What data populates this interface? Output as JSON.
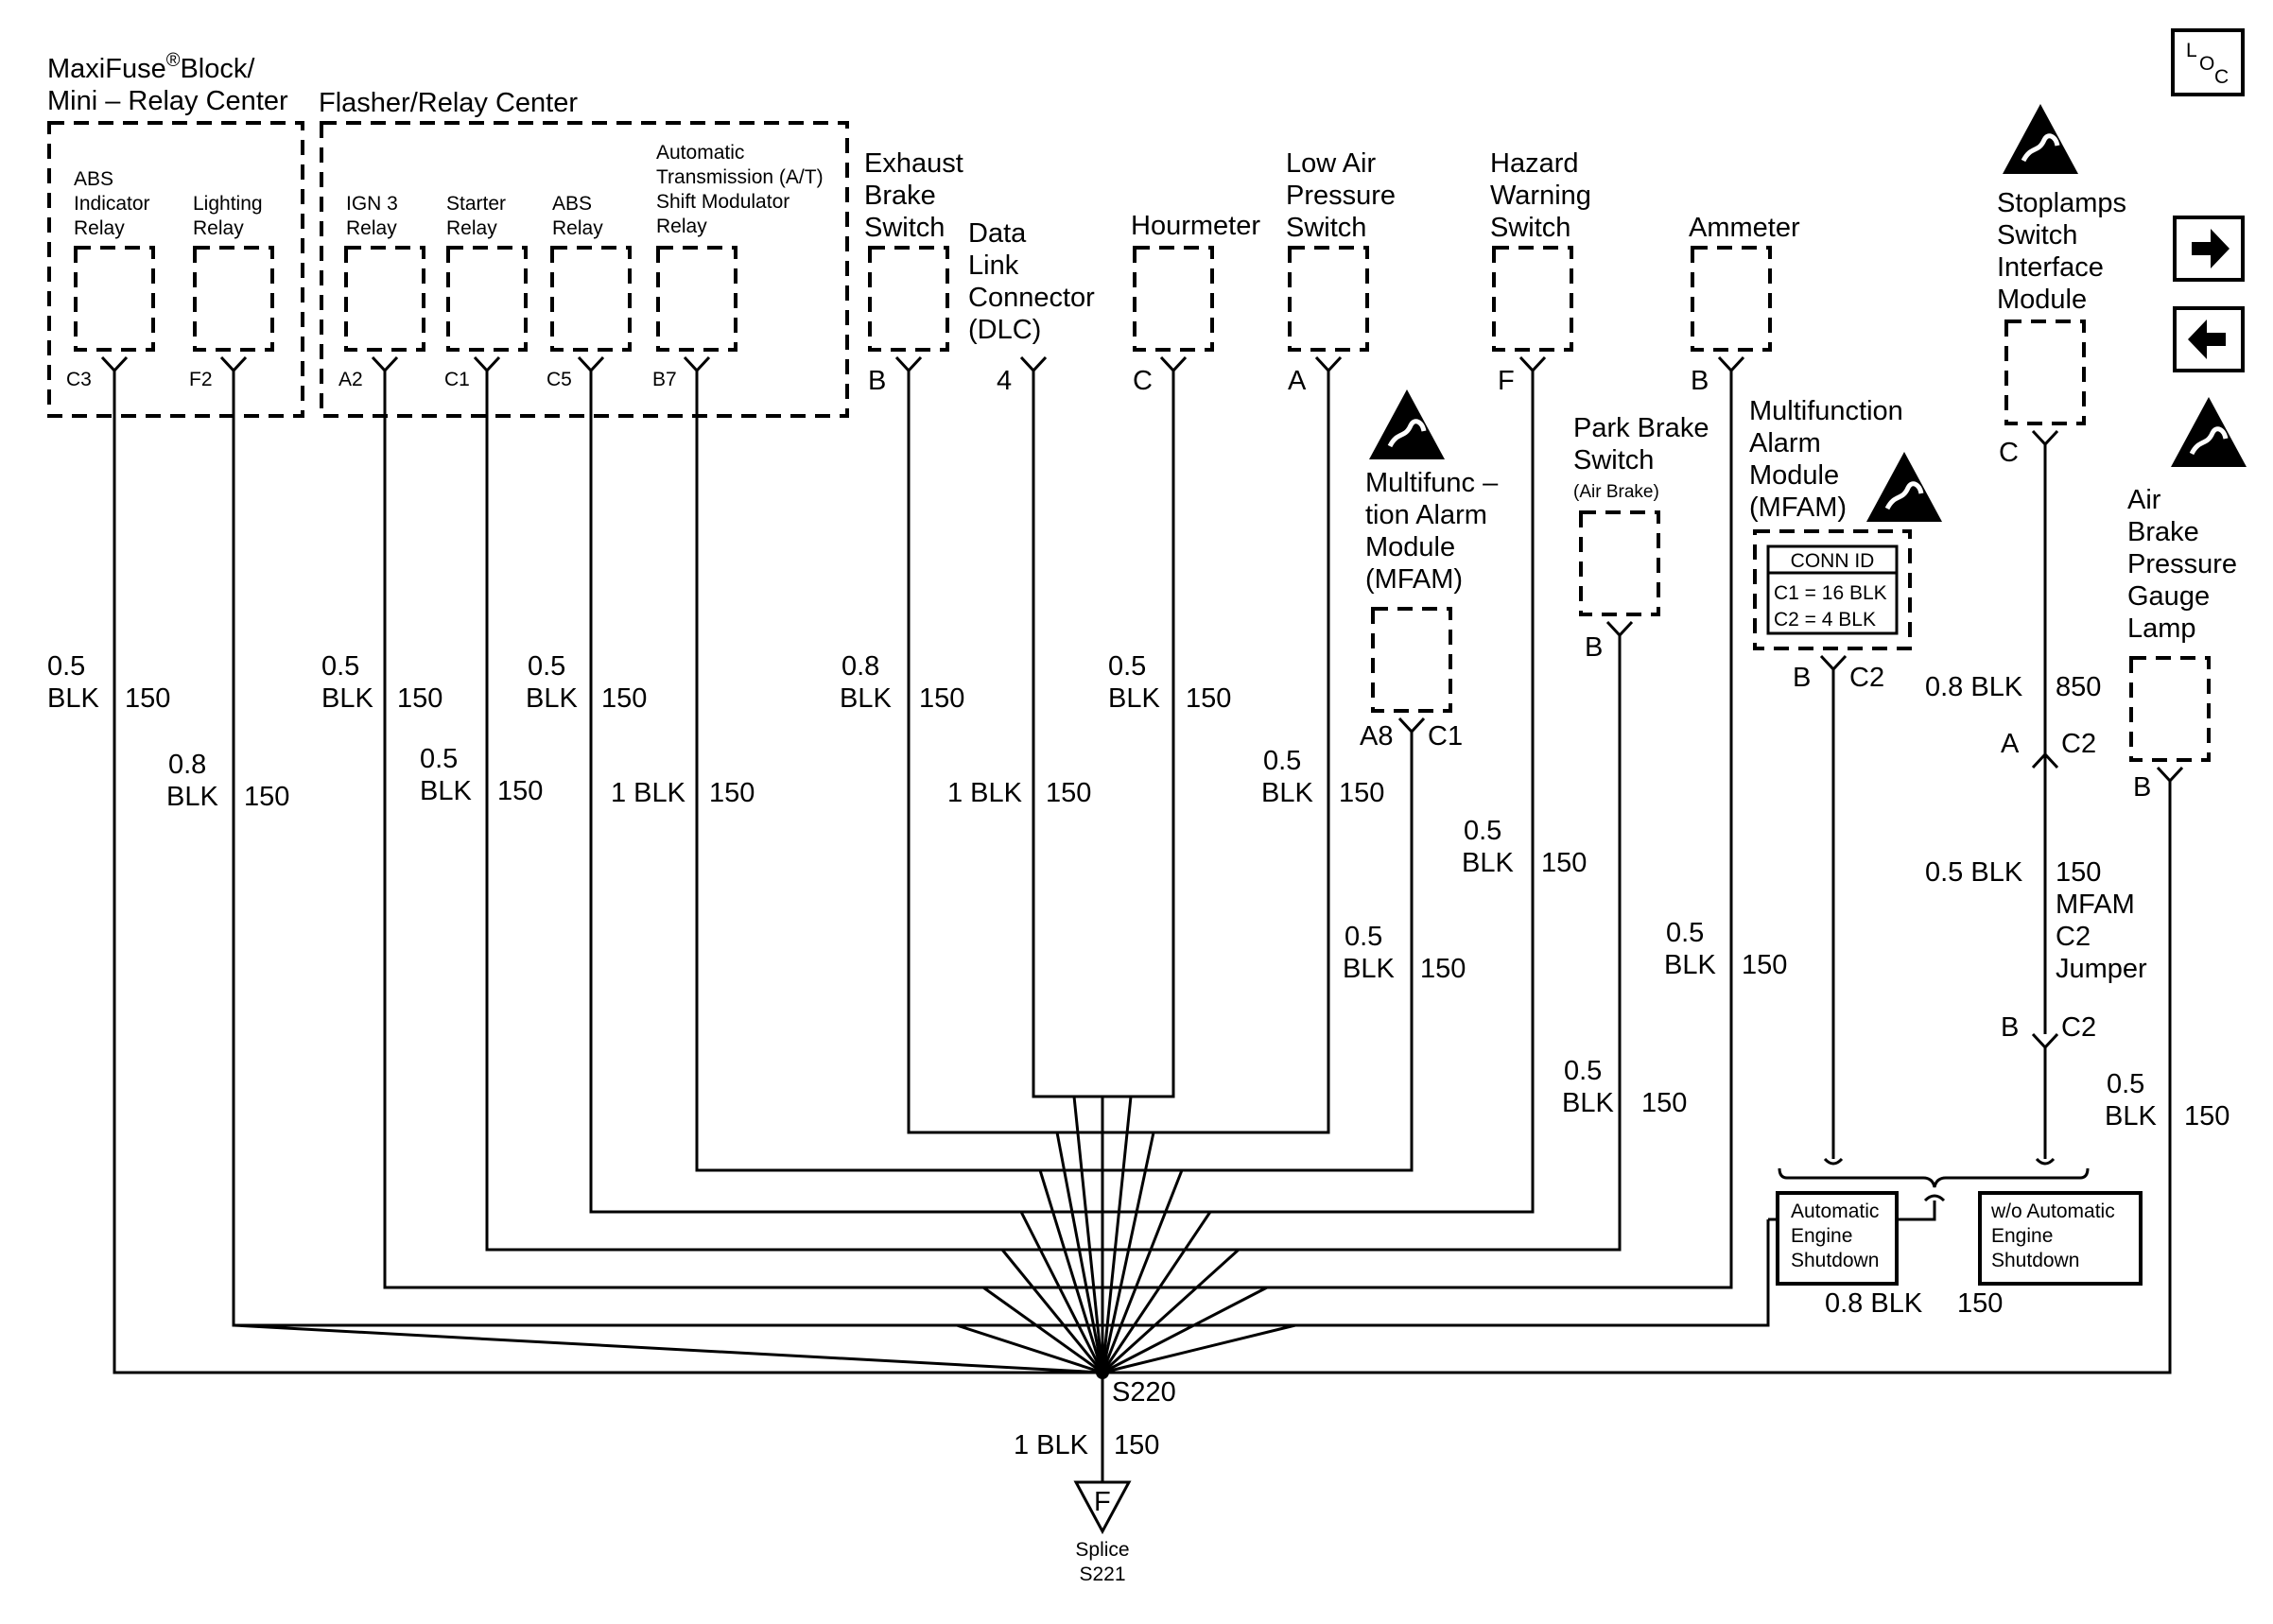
{
  "title": {
    "maxifuse_line1": "MaxiFuse",
    "maxifuse_reg": "®",
    "maxifuse_block": "Block/",
    "maxifuse_line2": "Mini – Relay Center",
    "flasher": "Flasher/Relay Center"
  },
  "loc_icon": {
    "l": "L",
    "o": "O",
    "c": "C"
  },
  "nav": {
    "next": "next-arrow-icon",
    "prev": "previous-arrow-icon"
  },
  "components": {
    "abs_ind": [
      "ABS",
      "Indicator",
      "Relay"
    ],
    "lighting": [
      "Lighting",
      "Relay"
    ],
    "ign3": [
      "IGN 3",
      "Relay"
    ],
    "starter": [
      "Starter",
      "Relay"
    ],
    "abs_relay": [
      "ABS",
      "Relay"
    ],
    "at": [
      "Automatic",
      "Transmission (A/T)",
      "Shift Modulator",
      "Relay"
    ],
    "exhaust": [
      "Exhaust",
      "Brake",
      "Switch"
    ],
    "dlc": [
      "Data",
      "Link",
      "Connector",
      "(DLC)"
    ],
    "hourmeter": [
      "Hourmeter"
    ],
    "lowair": [
      "Low Air",
      "Pressure",
      "Switch"
    ],
    "hazard": [
      "Hazard",
      "Warning",
      "Switch"
    ],
    "ammeter": [
      "Ammeter"
    ],
    "mfam1": [
      "Multifunc –",
      "tion Alarm",
      "Module",
      "(MFAM)"
    ],
    "parkbrake": [
      "Park Brake",
      "Switch",
      "(Air Brake)"
    ],
    "mfam2": [
      "Multifunction",
      "Alarm",
      "Module",
      "(MFAM)"
    ],
    "stoplamps": [
      "Stoplamps",
      "Switch",
      "Interface",
      "Module"
    ],
    "airbrake": [
      "Air",
      "Brake",
      "Pressure",
      "Gauge",
      "Lamp"
    ]
  },
  "conn_id": {
    "title": "CONN ID",
    "c1": "C1 = 16 BLK",
    "c2": "C2 = 4 BLK"
  },
  "pins": {
    "c3": "C3",
    "f2": "F2",
    "a2": "A2",
    "c1": "C1",
    "c5": "C5",
    "b7": "B7",
    "exhaust": "B",
    "dlc": "4",
    "hourmeter": "C",
    "lowair": "A",
    "hazard": "F",
    "ammeter": "B",
    "mfam1_a8": "A8",
    "mfam1_c1": "C1",
    "parkbrake": "B",
    "mfam2_b": "B",
    "mfam2_c2": "C2",
    "stoplamps": "C",
    "airbrake": "B",
    "jumper_a": "A",
    "jumper_a_c2": "C2",
    "jumper_b": "B",
    "jumper_b_c2": "C2"
  },
  "wires": {
    "w_abs_ind": [
      "0.5",
      "BLK",
      "150"
    ],
    "w_lighting": [
      "0.8",
      "BLK",
      "150"
    ],
    "w_ign3": [
      "0.5",
      "BLK",
      "150"
    ],
    "w_starter": [
      "0.5",
      "BLK",
      "150"
    ],
    "w_abs_relay": [
      "0.5",
      "BLK",
      "150"
    ],
    "w_at": [
      "1 BLK",
      "150"
    ],
    "w_exhaust": [
      "0.8",
      "BLK",
      "150"
    ],
    "w_dlc": [
      "1 BLK",
      "150"
    ],
    "w_hourmeter": [
      "0.5",
      "BLK",
      "150"
    ],
    "w_lowair": [
      "0.5",
      "BLK",
      "150"
    ],
    "w_mfam1": [
      "0.5",
      "BLK",
      "150"
    ],
    "w_hazard": [
      "0.5",
      "BLK",
      "150"
    ],
    "w_parkbrake": [
      "0.5",
      "BLK",
      "150"
    ],
    "w_ammeter": [
      "0.5",
      "BLK",
      "150"
    ],
    "w_stop_top": [
      "0.8 BLK",
      "850"
    ],
    "w_stop_mid": [
      "0.5 BLK",
      "150",
      "MFAM",
      "C2",
      "Jumper"
    ],
    "w_airbrake": [
      "0.5",
      "BLK",
      "150"
    ],
    "w_option": [
      "0.8 BLK",
      "150"
    ],
    "w_ground": [
      "1 BLK",
      "150"
    ]
  },
  "options": {
    "left": [
      "Automatic",
      "Engine",
      "Shutdown"
    ],
    "right": [
      "w/o Automatic",
      "Engine",
      "Shutdown"
    ]
  },
  "splice": {
    "s220": "S220",
    "ground_letter": "F",
    "label1": "Splice",
    "label2": "S221"
  }
}
